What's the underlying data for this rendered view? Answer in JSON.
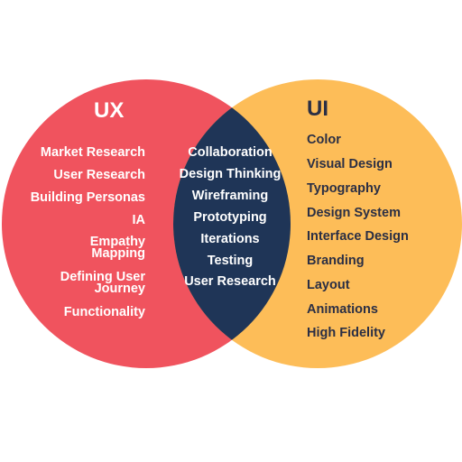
{
  "colors": {
    "ux_circle": "#f0535e",
    "ui_circle": "#fdbd58",
    "overlap": "#1f3557",
    "ux_text": "#ffffff",
    "ui_text": "#2b2f44"
  },
  "ux": {
    "title": "UX",
    "items": [
      "Market Research",
      "User Research",
      "Building Personas",
      "IA",
      "Empathy Mapping",
      "Defining User Journey",
      "Functionality"
    ]
  },
  "ui": {
    "title": "UI",
    "items": [
      "Color",
      "Visual Design",
      "Typography",
      "Design System",
      "Interface Design",
      "Branding",
      "Layout",
      "Animations",
      "High Fidelity"
    ]
  },
  "overlap": {
    "items": [
      "Collaboration",
      "Design Thinking",
      "Wireframing",
      "Prototyping",
      "Iterations",
      "Testing",
      "User Research"
    ]
  }
}
